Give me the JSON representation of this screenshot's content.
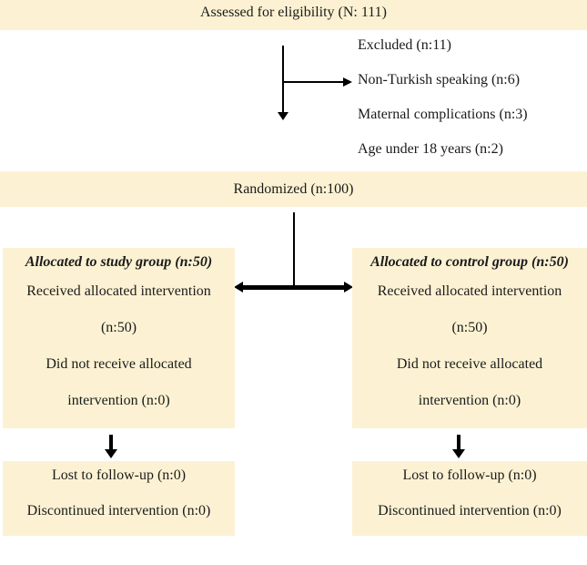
{
  "palette": {
    "box_bg": "#FCF2D3",
    "text": "#1B1B1B",
    "arrow": "#000000"
  },
  "eligibility": {
    "label": "Assessed for eligibility (N: 111)"
  },
  "exclusions": {
    "items": [
      "Excluded (n:11)",
      "Non-Turkish speaking (n:6)",
      "Maternal complications (n:3)",
      "Age under 18 years (n:2)"
    ]
  },
  "randomized": {
    "label": "Randomized (n:100)"
  },
  "study_group": {
    "title": "Allocated to study group (n:50)",
    "lines": [
      "Received allocated intervention",
      "(n:50)",
      "Did not receive allocated",
      "intervention (n:0)"
    ]
  },
  "control_group": {
    "title": "Allocated to control group (n:50)",
    "lines": [
      "Received allocated intervention",
      "(n:50)",
      "Did not receive allocated",
      "intervention (n:0)"
    ]
  },
  "study_followup": {
    "lines": [
      "Lost to follow-up (n:0)",
      "Discontinued intervention (n:0)"
    ]
  },
  "control_followup": {
    "lines": [
      "Lost to follow-up (n:0)",
      "Discontinued intervention (n:0)"
    ]
  }
}
